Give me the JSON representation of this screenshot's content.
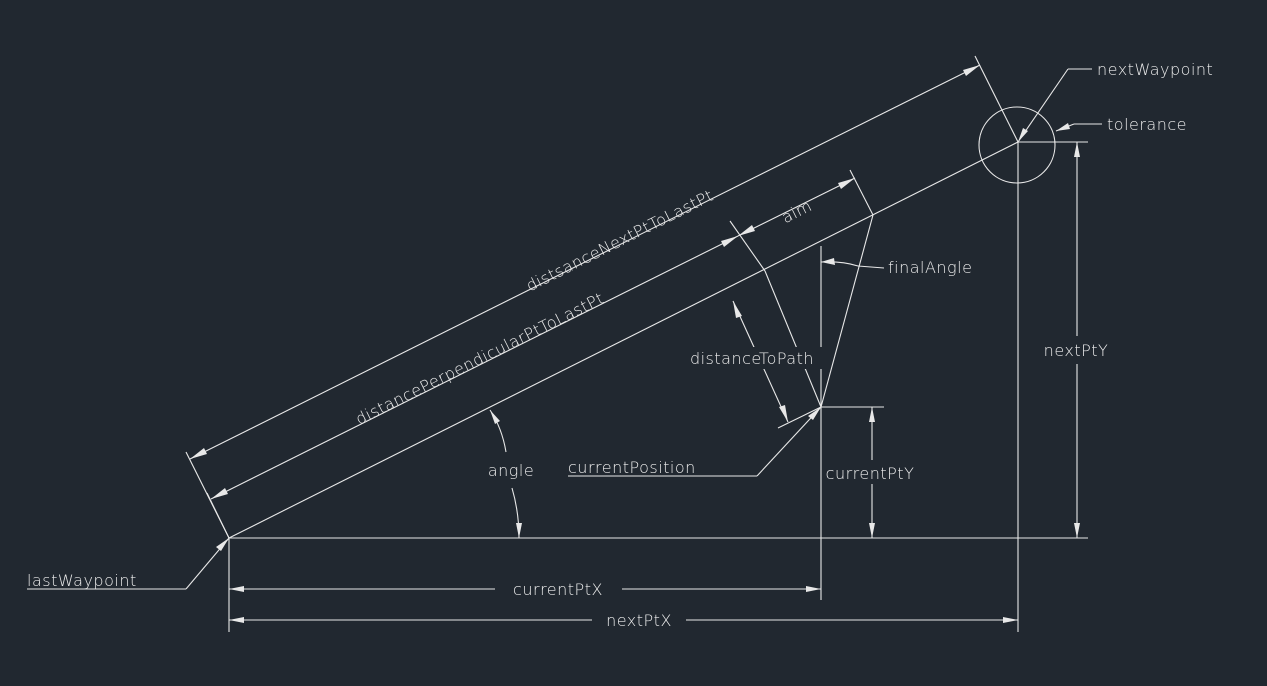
{
  "labels": {
    "next_waypoint": "nextWaypoint",
    "tolerance": "tolerance",
    "distance_next_to_last": "distsanceNextPtToLastPt",
    "aim": "aim",
    "final_angle": "finalAngle",
    "distance_perpendicular": "distancePerpendicularPtToLastPt",
    "distance_to_path": "distanceToPath",
    "next_pt_y": "nextPtY",
    "angle": "angle",
    "current_position": "currentPosition",
    "current_pt_y": "currentPtY",
    "last_waypoint": "lastWaypoint",
    "current_pt_x": "currentPtX",
    "next_pt_x": "nextPtX"
  },
  "colors": {
    "background": "#212830",
    "lines": "#e8e8e8"
  }
}
